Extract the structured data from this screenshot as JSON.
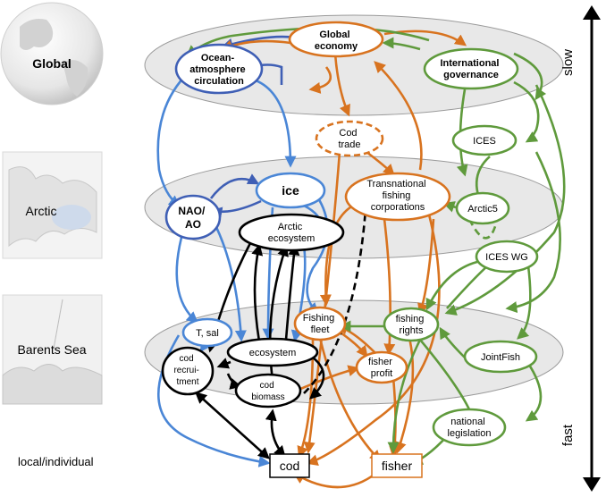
{
  "scale_labels": {
    "global": "Global",
    "arctic": "Arctic",
    "barents": "Barents Sea",
    "local": "local/individual"
  },
  "timescale": {
    "slow": "slow",
    "fast": "fast"
  },
  "nodes": {
    "global_economy": [
      "Global",
      "economy"
    ],
    "ocean_atmosphere": [
      "Ocean-",
      "atmosphere",
      "circulation"
    ],
    "international_governance": [
      "International",
      "governance"
    ],
    "cod_trade": [
      "Cod",
      "trade"
    ],
    "ices": [
      "ICES"
    ],
    "ice": [
      "ice"
    ],
    "nao_ao": [
      "NAO/",
      "AO"
    ],
    "arctic_ecosystem": [
      "Arctic",
      "ecosystem"
    ],
    "transnational_corporations": [
      "Transnational",
      "fishing",
      "corporations"
    ],
    "arctic5": [
      "Arctic5"
    ],
    "ices_wg": [
      "ICES WG"
    ],
    "t_sal": [
      "T, sal"
    ],
    "ecosystem": [
      "ecosystem"
    ],
    "cod_recruitment": [
      "cod",
      "recrui-",
      "tment"
    ],
    "cod_biomass": [
      "cod",
      "biomass"
    ],
    "fishing_fleet": [
      "Fishing",
      "fleet"
    ],
    "fishing_rights": [
      "fishing",
      "rights"
    ],
    "fisher_profit": [
      "fisher",
      "profit"
    ],
    "jointfish": [
      "JointFish"
    ],
    "national_legislation": [
      "national",
      "legislation"
    ],
    "cod": [
      "cod"
    ],
    "fisher": [
      "fisher"
    ]
  },
  "colors": {
    "climate": "#4a86d6",
    "climate_dark": "#3f5fb5",
    "economy": "#d8731f",
    "governance": "#5f9a3c",
    "ecology": "#000000",
    "plane_fill": "#e8e8e8",
    "plane_stroke": "#9a9a9a"
  },
  "icons": {
    "global_map": "globe-map-icon",
    "arctic_map": "arctic-map-icon",
    "barents_map": "barents-sea-map-icon"
  }
}
